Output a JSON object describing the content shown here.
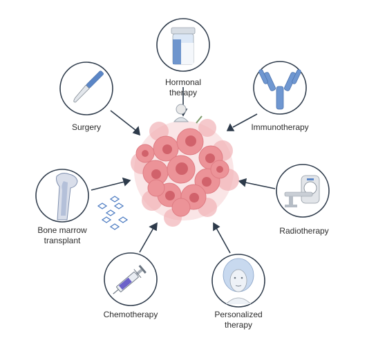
{
  "therapies": [
    {
      "id": "hormonal",
      "lines": [
        "Hormonal",
        "therapy"
      ],
      "icon": "pill-bottle-icon"
    },
    {
      "id": "immunotherapy",
      "lines": [
        "Immunotherapy"
      ],
      "icon": "antibody-icon"
    },
    {
      "id": "radiotherapy",
      "lines": [
        "Radiotherapy"
      ],
      "icon": "ct-scanner-icon"
    },
    {
      "id": "personalized",
      "lines": [
        "Personalized",
        "therapy"
      ],
      "icon": "patient-face-icon"
    },
    {
      "id": "chemotherapy",
      "lines": [
        "Chemotherapy"
      ],
      "icon": "syringe-icon"
    },
    {
      "id": "bone-marrow",
      "lines": [
        "Bone marrow",
        "transplant"
      ],
      "icon": "femur-bone-icon"
    },
    {
      "id": "surgery",
      "lines": [
        "Surgery"
      ],
      "icon": "scalpel-icon"
    }
  ],
  "center": {
    "icon": "tumor-cell-cluster-icon"
  },
  "colors": {
    "stroke": "#2d3a4a",
    "tumor": "#e8838a",
    "tumor_dark": "#c9525c",
    "accent_blue": "#5b86c6"
  }
}
